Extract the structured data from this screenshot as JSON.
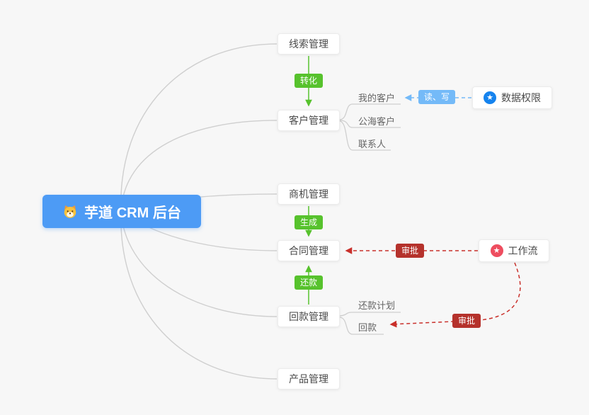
{
  "root": {
    "label": "芋道 CRM 后台"
  },
  "nodes": {
    "leads": {
      "label": "线索管理"
    },
    "customers": {
      "label": "客户管理"
    },
    "opportunities": {
      "label": "商机管理"
    },
    "contracts": {
      "label": "合同管理"
    },
    "receivables": {
      "label": "回款管理"
    },
    "products": {
      "label": "产品管理"
    },
    "data_permission": {
      "label": "数据权限"
    },
    "workflow": {
      "label": "工作流"
    }
  },
  "edge_labels": {
    "convert": "转化",
    "generate": "生成",
    "repay": "还款",
    "read_write": "读、写",
    "approve_contract": "审批",
    "approve_receivable": "审批"
  },
  "customers_children": {
    "mine": "我的客户",
    "pool": "公海客户",
    "contacts": "联系人"
  },
  "receivables_children": {
    "plan": "还款计划",
    "payment": "回款"
  },
  "icons": {
    "data_permission_star": "★",
    "workflow_star": "★",
    "root_logo": "dog-face"
  },
  "colors": {
    "root_bg": "#4d9bf5",
    "green": "#57c22d",
    "light_blue": "#74baf8",
    "blue_icon": "#1583ee",
    "red_badge": "#b5322c",
    "red_line": "#c9302b",
    "pink_icon": "#ee4d5f",
    "wire": "#cfcfcf",
    "canvas_bg": "#f7f7f7"
  }
}
